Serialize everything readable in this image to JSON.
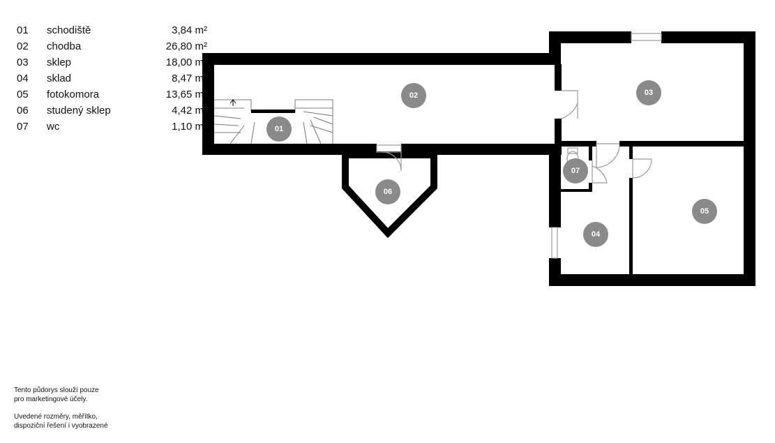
{
  "rooms": [
    {
      "id": "01",
      "name": "schodiště",
      "area": "3,84 m²"
    },
    {
      "id": "02",
      "name": "chodba",
      "area": "26,80 m²"
    },
    {
      "id": "03",
      "name": "sklep",
      "area": "18,00 m²"
    },
    {
      "id": "04",
      "name": "sklad",
      "area": "8,47 m²"
    },
    {
      "id": "05",
      "name": "fotokomora",
      "area": "13,65 m²"
    },
    {
      "id": "06",
      "name": "studený sklep",
      "area": "4,42 m²"
    },
    {
      "id": "07",
      "name": "wc",
      "area": "1,10 m²"
    }
  ],
  "note": {
    "p1_l1": "Tento půdorys slouží pouze",
    "p1_l2": "pro marketingové účely.",
    "p2_l1": "Uvedené rozměry, měřítko,",
    "p2_l2": "dispoziční řešení i vyobrazené"
  },
  "colors": {
    "wall": "#000000",
    "marker": "#8a8a8a"
  }
}
